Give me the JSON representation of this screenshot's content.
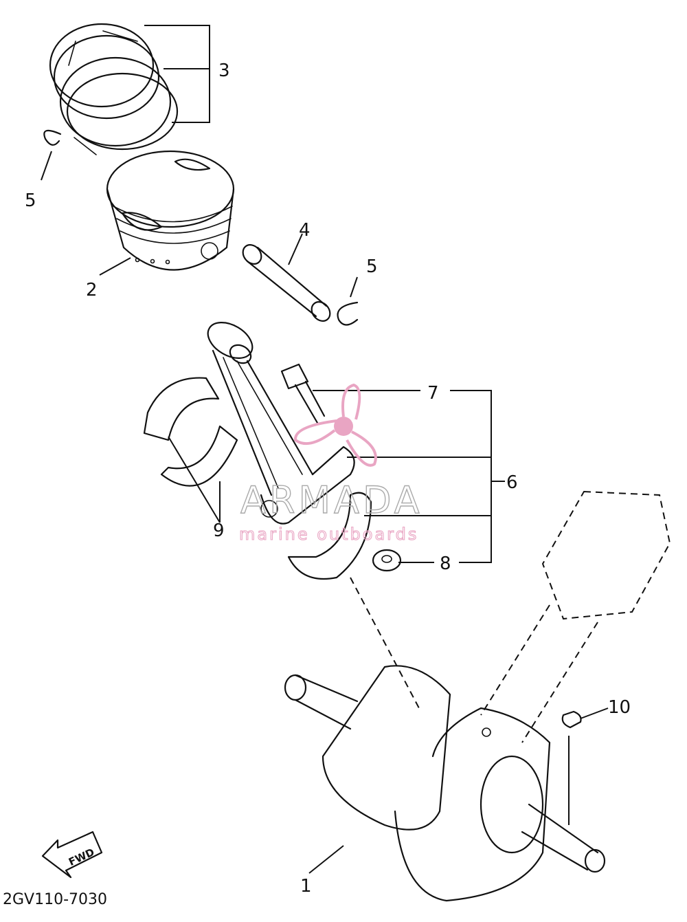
{
  "diagram_code": "2GV110-7030",
  "callouts": {
    "c1": "1",
    "c2": "2",
    "c3": "3",
    "c4": "4",
    "c5a": "5",
    "c5b": "5",
    "c6": "6",
    "c7": "7",
    "c8": "8",
    "c9": "9",
    "c10": "10"
  },
  "fwd_label": "FWD",
  "watermark": {
    "brand": "ARMADA",
    "tagline": "marine outboards",
    "accent_color": "#e9a5c3",
    "text_color": "#aaaaaa"
  }
}
